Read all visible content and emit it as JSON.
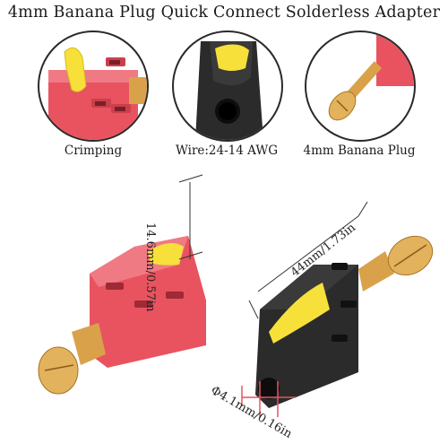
{
  "title": "4mm Banana Plug Quick Connect Solderless Adapter",
  "captions": {
    "crimping": "Crimping",
    "wire": "Wire:24-14 AWG",
    "plug": "4mm Banana Plug"
  },
  "dimensions": {
    "height": "14.6mm/0.57in",
    "length": "44mm/1.73in",
    "diameter": "Φ4.1mm/0.16in"
  },
  "colors": {
    "red": "#e8535f",
    "black": "#2b2b2b",
    "yellow": "#f7e03a",
    "gold": "#d9a24a"
  }
}
